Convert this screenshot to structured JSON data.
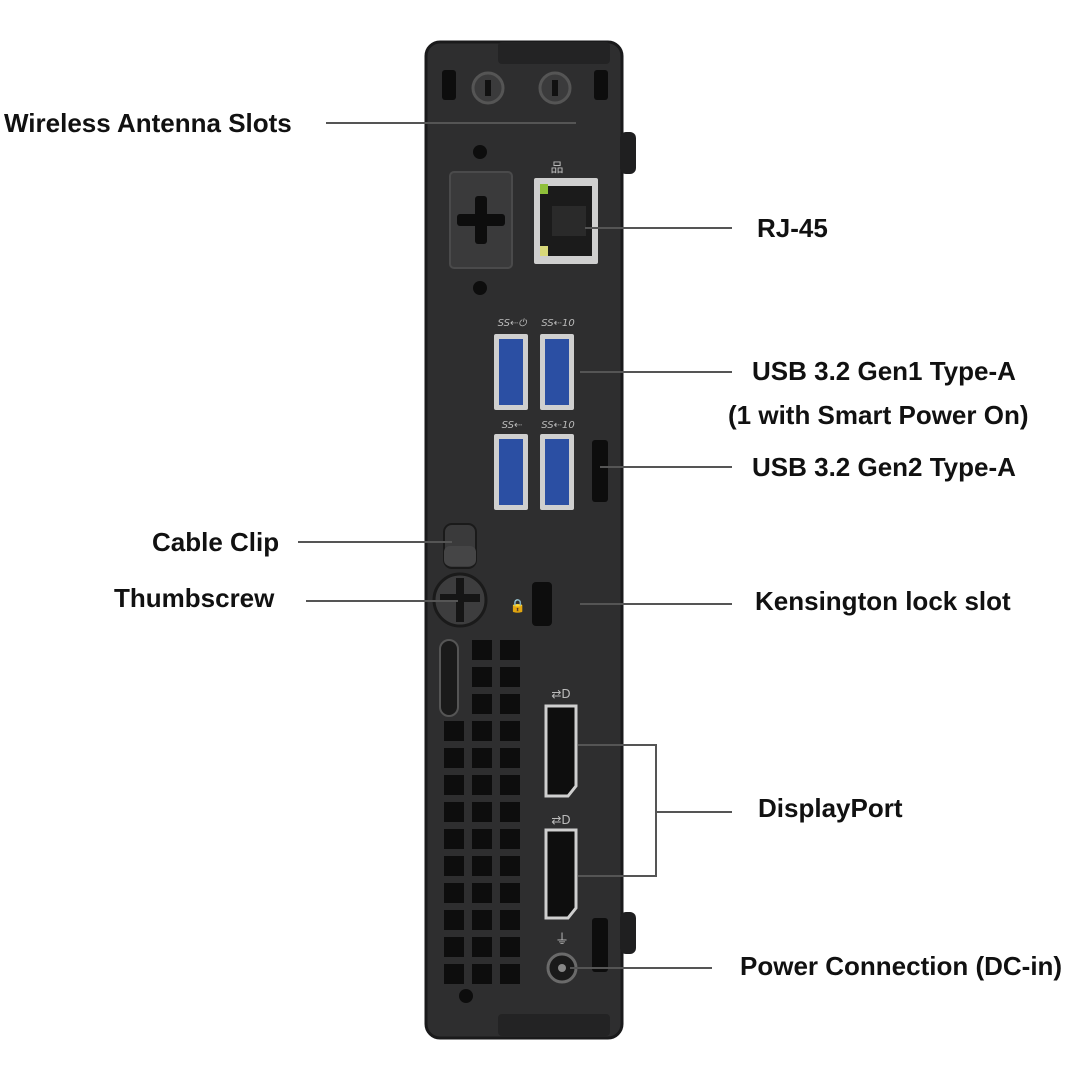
{
  "colors": {
    "chassis": "#2e2e2f",
    "chassis_edge": "#1a1a1b",
    "usb_blue": "#2b4fa3",
    "leader_line": "#555555",
    "label_text": "#111111",
    "led_green": "#8fbf3a"
  },
  "labels": {
    "wireless_antenna_slots": "Wireless Antenna Slots",
    "rj45": "RJ-45",
    "usb_gen1_line1": "USB 3.2 Gen1 Type-A",
    "usb_gen1_line2": "(1 with Smart Power On)",
    "usb_gen2": "USB 3.2 Gen2 Type-A",
    "cable_clip": "Cable Clip",
    "thumbscrew": "Thumbscrew",
    "kensington_lock_slot": "Kensington lock slot",
    "displayport": "DisplayPort",
    "power_connection": "Power Connection (DC-in)"
  },
  "port_icons": {
    "usb_top_left": "SS⇠⏻",
    "usb_top_right": "SS⇠10",
    "usb_bottom_left": "SS⇠",
    "usb_bottom_right": "SS⇠10"
  }
}
